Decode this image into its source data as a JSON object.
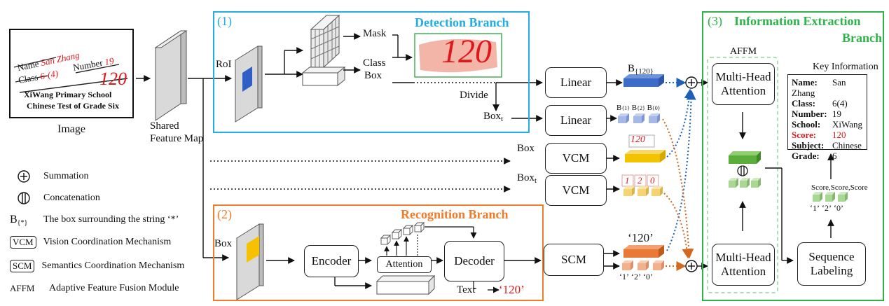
{
  "input_image": {
    "name_label": "Name",
    "name_value": "San Zhang",
    "class_label": "Class",
    "class_value": "6-(4)",
    "number_label": "Number",
    "number_value": "19",
    "school": "XiWang Primary School",
    "test": "Chinese Test of Grade Six",
    "score": "120"
  },
  "labels": {
    "image": "Image",
    "shared_1": "Shared",
    "shared_2": "Feature Map",
    "roi": "RoI",
    "mask": "Mask",
    "class_1": "Class",
    "class_2": "Box",
    "divide": "Divide",
    "box_t": "Box",
    "box_t_sub": "t",
    "box": "Box",
    "text_out": "Text",
    "text_val": "‘120’",
    "b120": "B",
    "b120_sub": "{120}",
    "b1": "B",
    "b1_sub": "{1}",
    "b2": "B",
    "b2_sub": "{2}",
    "b0": "B",
    "b0_sub": "{0}",
    "vcm_card_whole": "120",
    "vcm_char_1": "1",
    "vcm_char_2": "2",
    "vcm_char_0": "0",
    "scm_str": "‘120’",
    "scm_c1": "‘1’",
    "scm_c2": "‘2’",
    "scm_c0": "‘0’",
    "score_seq": "Score,Score,Score",
    "seq_c1": "‘1’",
    "seq_c2": "‘2’",
    "seq_c0": "‘0’",
    "affm": "AFFM"
  },
  "panels": {
    "detection": {
      "num": "(1)",
      "title": "Detection Branch",
      "color": "#22aee5"
    },
    "recognition": {
      "num": "(2)",
      "title": "Recognition Branch",
      "color": "#ee7c2c"
    },
    "extraction": {
      "num": "(3)",
      "title_1": "Information Extraction",
      "title_2": "Branch",
      "color": "#2db34a"
    }
  },
  "blocks": {
    "linear1": "Linear",
    "linear2": "Linear",
    "vcm1": "VCM",
    "vcm2": "VCM",
    "encoder": "Encoder",
    "attention": "Attention",
    "decoder": "Decoder",
    "scm": "SCM",
    "mha1_1": "Multi-Head",
    "mha1_2": "Attention",
    "mha2_1": "Multi-Head",
    "mha2_2": "Attention",
    "seq_1": "Sequence",
    "seq_2": "Labeling"
  },
  "key_info": {
    "title": "Key Information",
    "rows": [
      {
        "key": "Name:",
        "value": "San Zhang",
        "highlight": false
      },
      {
        "key": "Class:",
        "value": "6(4)",
        "highlight": false
      },
      {
        "key": "Number:",
        "value": "19",
        "highlight": false
      },
      {
        "key": "School:",
        "value": "XiWang",
        "highlight": false
      },
      {
        "key": "Score:",
        "value": "120",
        "highlight": true
      },
      {
        "key": "Subject:",
        "value": "Chinese",
        "highlight": false
      },
      {
        "key": "Grade:",
        "value": "6",
        "highlight": false
      }
    ]
  },
  "legend": {
    "summation": "Summation",
    "concatenation": "Concatenation",
    "b_sym": "B",
    "b_sub": "{*}",
    "box_desc": "The box surrounding the string ‘*’",
    "vcm_abbr": "VCM",
    "vcm_desc": "Vision Coordination Mechanism",
    "scm_abbr": "SCM",
    "scm_desc": "Semantics Coordination Mechanism",
    "affm_abbr": "AFFM",
    "affm_desc": "Adaptive Feature Fusion Module"
  },
  "colors": {
    "blue_arrow": "#1f5fb8",
    "orange_arrow": "#d2691e",
    "score_red": "#e0171a"
  }
}
